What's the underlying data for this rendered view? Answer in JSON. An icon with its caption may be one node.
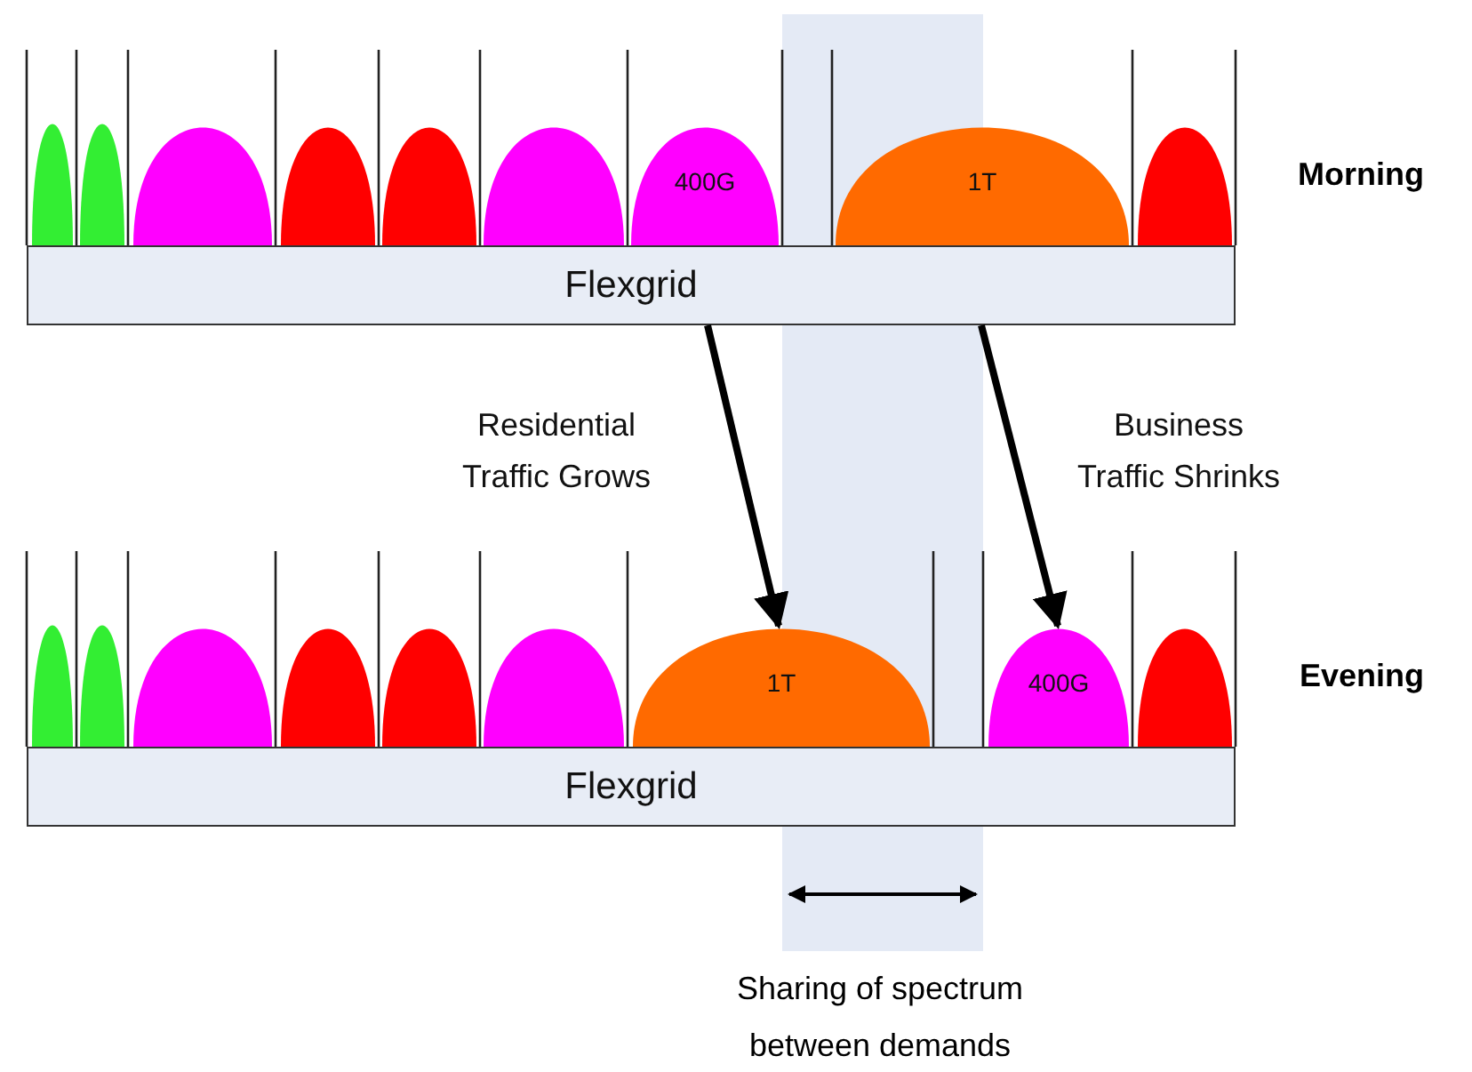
{
  "diagram": {
    "nodes": [
      {
        "text": [],
        "shape": "dome"
      },
      {
        "text": [],
        "shape": "dome"
      },
      {
        "text": [],
        "shape": "dome"
      },
      {
        "text": [],
        "shape": "dome"
      },
      {
        "text": [],
        "shape": "dome"
      },
      {
        "text": [],
        "shape": "dome"
      },
      {
        "text": [
          "400G"
        ]
      },
      {
        "text": [
          "1T"
        ]
      },
      {
        "text": [],
        "shape": "dome"
      },
      {
        "text": [
          "Flexgrid"
        ]
      },
      {
        "text": [],
        "shape": "dome"
      },
      {
        "text": [],
        "shape": "dome"
      },
      {
        "text": [],
        "shape": "dome"
      },
      {
        "text": [],
        "shape": "dome"
      },
      {
        "text": [],
        "shape": "dome"
      },
      {
        "text": [],
        "shape": "dome"
      },
      {
        "text": [
          "1T"
        ]
      },
      {
        "text": [
          "400G"
        ]
      },
      {
        "text": [],
        "shape": "dome"
      },
      {
        "text": [
          "Flexgrid"
        ]
      }
    ],
    "edges": [
      {
        "from": 9,
        "to": 16,
        "arrow": "to",
        "label": "Residential Traffic Grows"
      },
      {
        "from": 9,
        "to": 17,
        "arrow": "to",
        "label": "Business Traffic Shrinks"
      }
    ],
    "labels": [
      "Morning",
      "Evening",
      "Sharing of spectrum between demands"
    ]
  }
}
